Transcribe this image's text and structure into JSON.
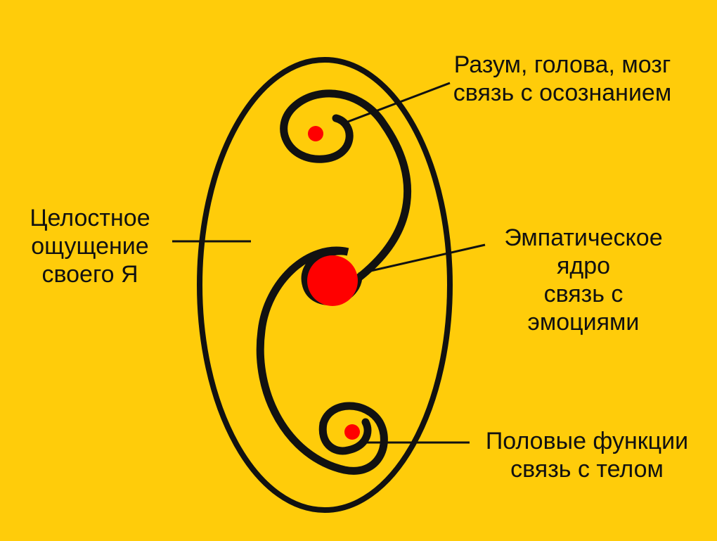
{
  "diagram": {
    "background_color": "#FFCC0A",
    "line_color": "#111111",
    "center_color": "#FF0000",
    "labels": {
      "mind": [
        "Разум, голова, мозг",
        "связь с осознанием"
      ],
      "self": [
        "Целостное",
        "ощущение",
        "своего Я"
      ],
      "core": [
        "Эмпатическое",
        "ядро",
        "связь с",
        "эмоциями"
      ],
      "body": [
        "Половые функции",
        "связь с телом"
      ]
    }
  }
}
